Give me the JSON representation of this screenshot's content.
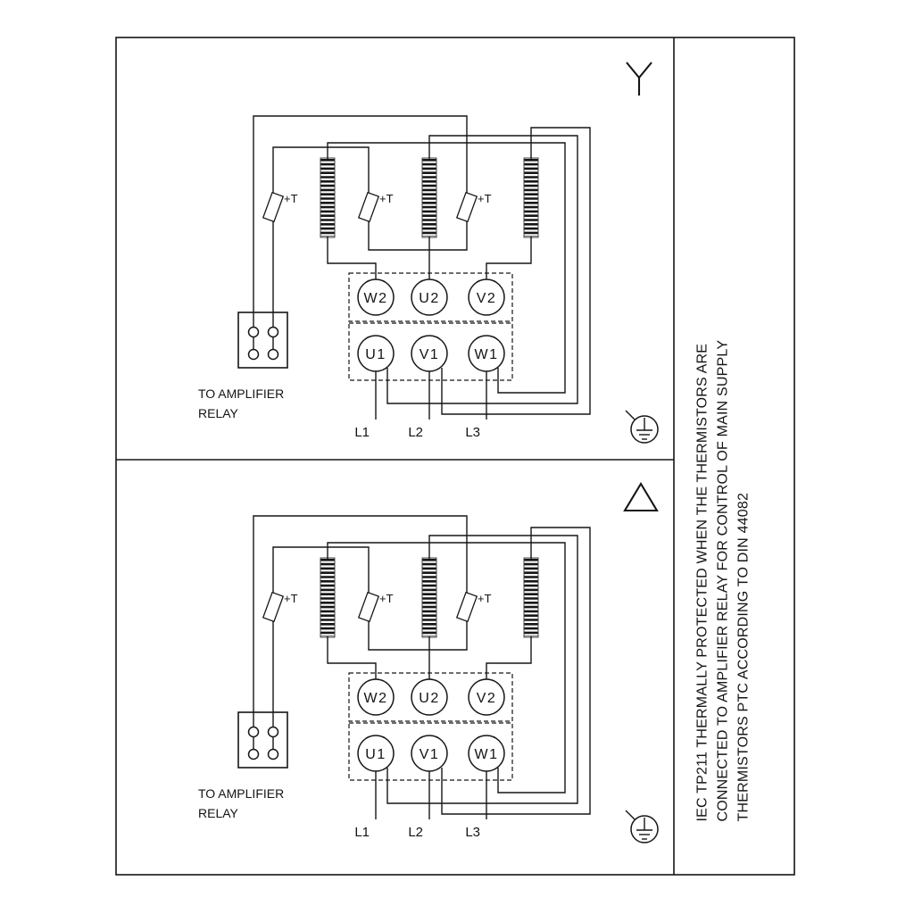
{
  "page": {
    "background": "#ffffff",
    "line_color": "#161616"
  },
  "diagram": {
    "panels": [
      {
        "symbol": "wye-icon",
        "terminals_top": [
          "W2",
          "U2",
          "V2"
        ],
        "terminals_bottom": [
          "U1",
          "V1",
          "W1"
        ],
        "supply_lines": [
          "L1",
          "L2",
          "L3"
        ],
        "thermistor_label": "+T",
        "relay_note": [
          "TO AMPLIFIER",
          "RELAY"
        ]
      },
      {
        "symbol": "delta-icon",
        "terminals_top": [
          "W2",
          "U2",
          "V2"
        ],
        "terminals_bottom": [
          "U1",
          "V1",
          "W1"
        ],
        "supply_lines": [
          "L1",
          "L2",
          "L3"
        ],
        "thermistor_label": "+T",
        "relay_note": [
          "TO AMPLIFIER",
          "RELAY"
        ]
      }
    ],
    "side_note": [
      "IEC TP211 THERMALLY PROTECTED WHEN THE THERMISTORS ARE",
      "CONNECTED TO AMPLIFIER RELAY FOR CONTROL OF MAIN SUPPLY",
      "THERMISTORS PTC ACCORDING TO DIN 44082"
    ]
  }
}
